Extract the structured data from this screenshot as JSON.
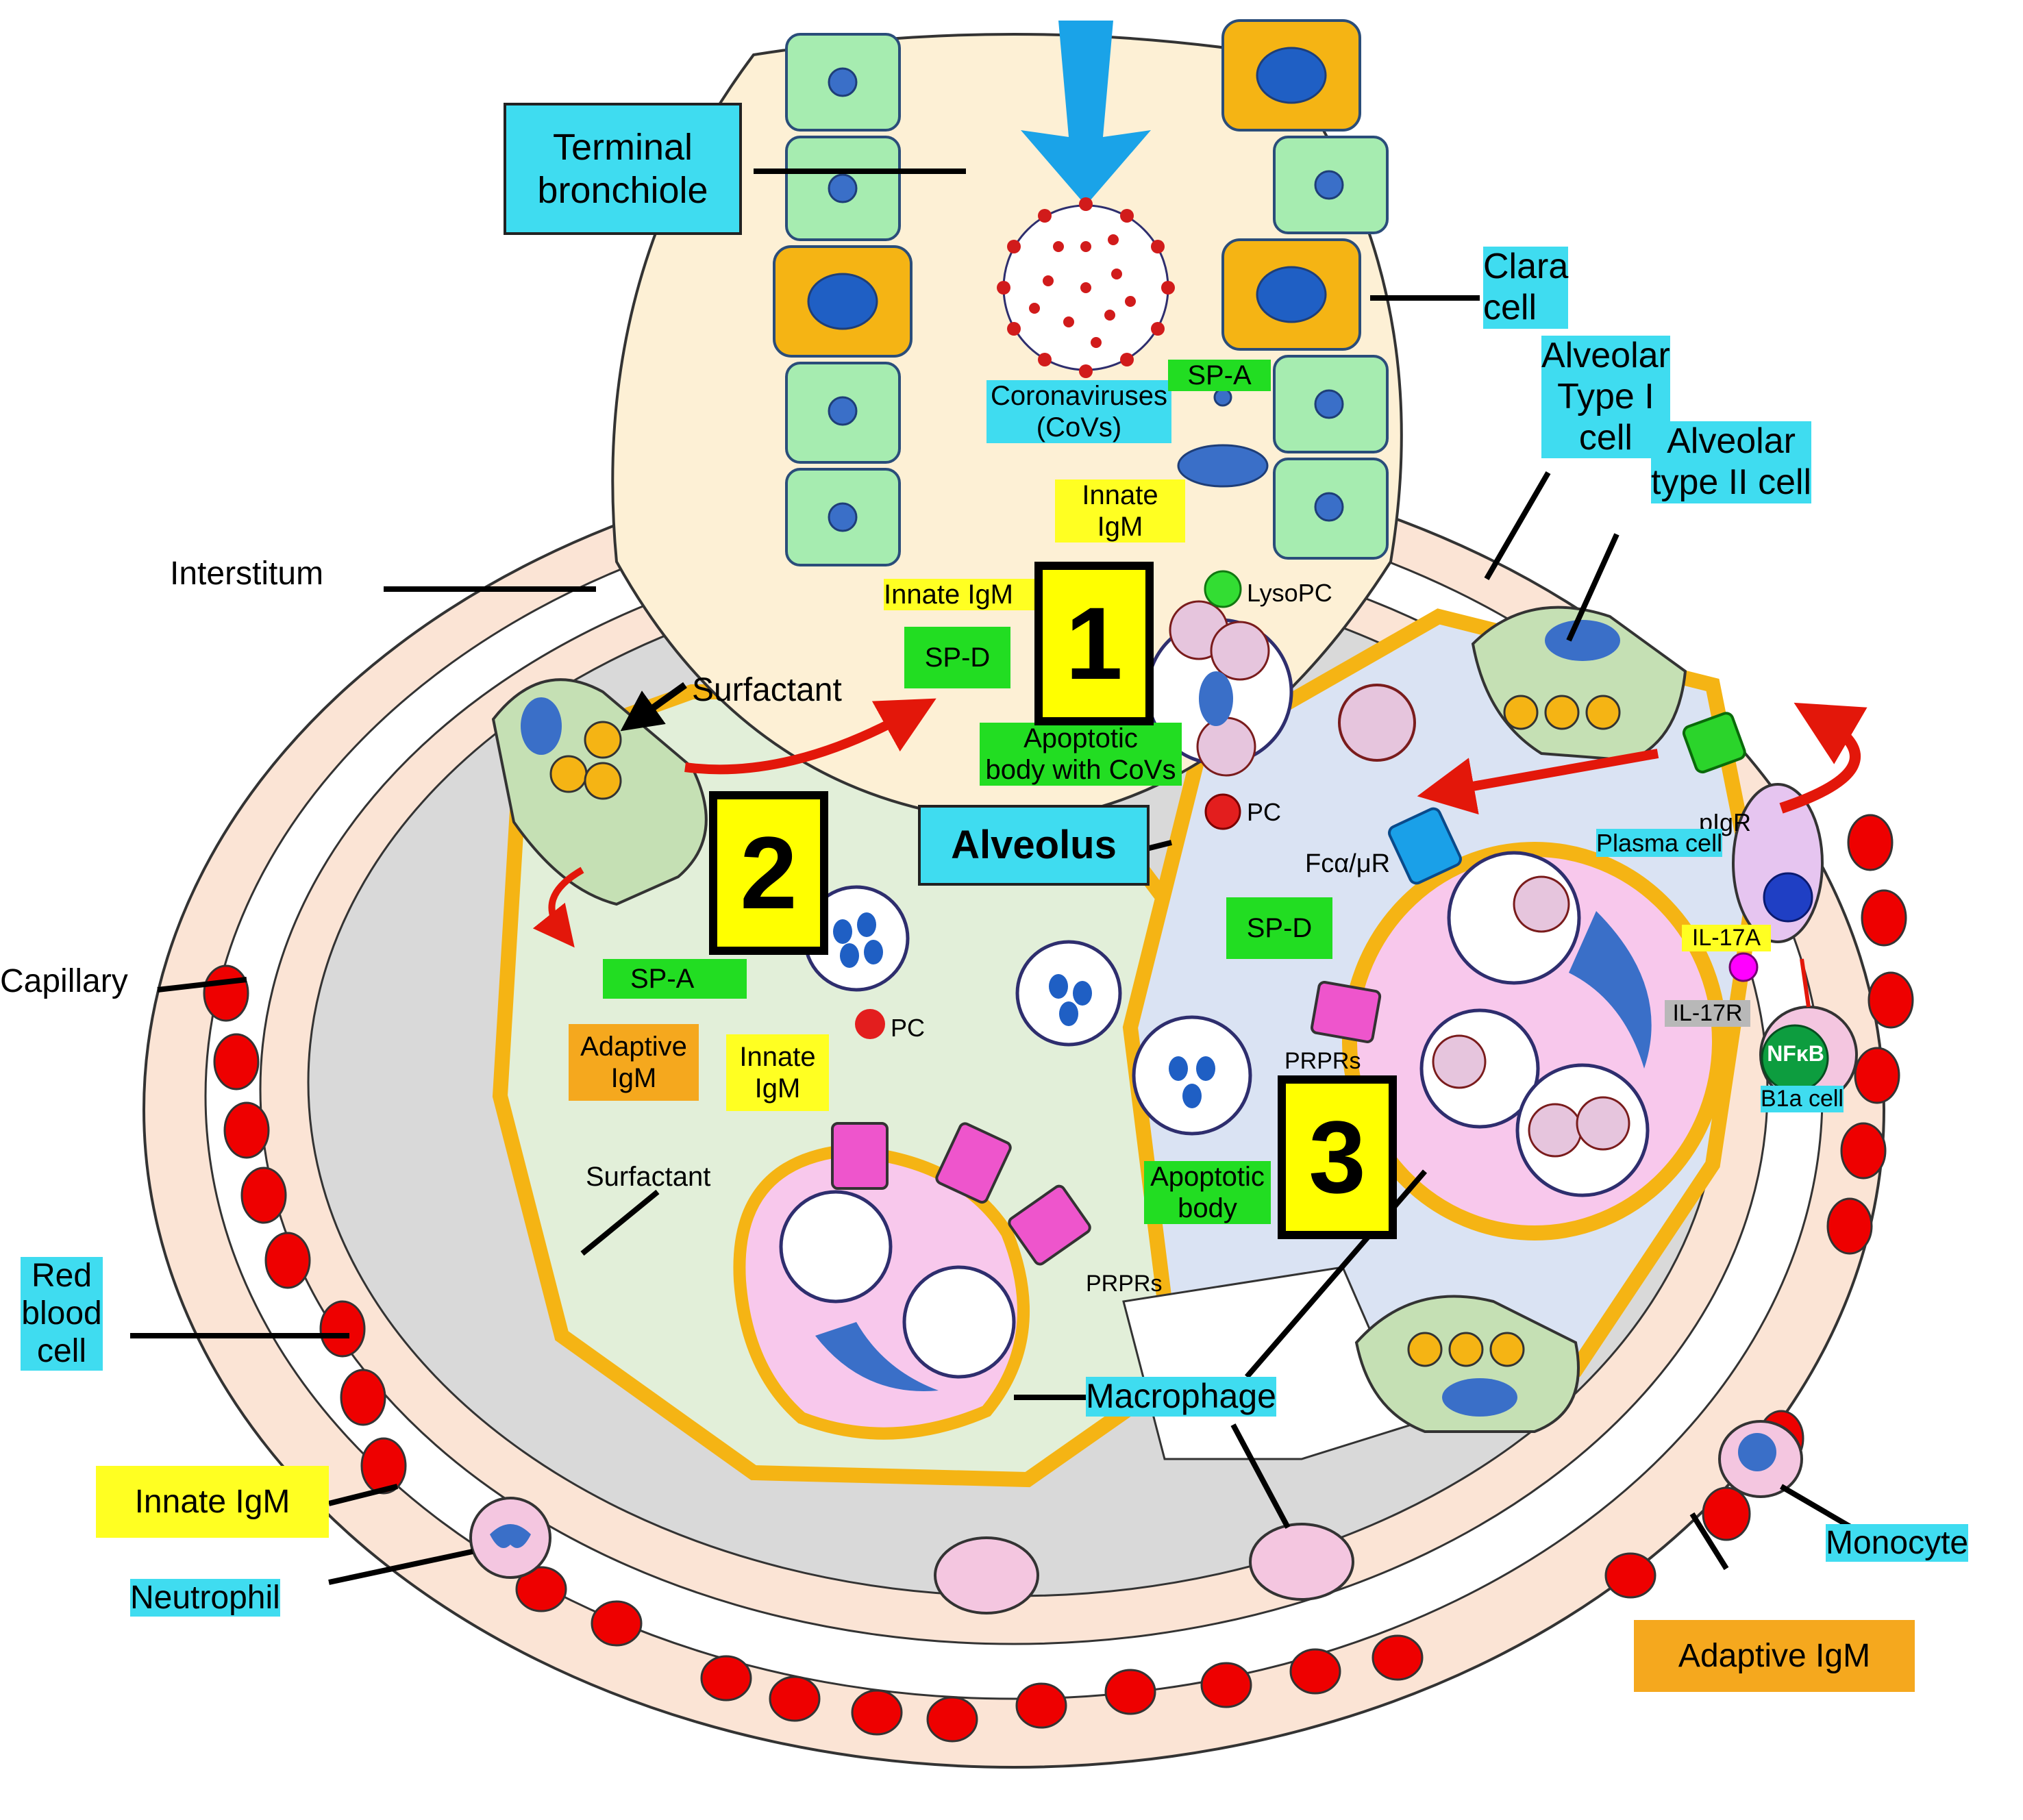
{
  "labels": {
    "terminal_bronchiole": "Terminal\nbronchiole",
    "coronaviruses": "Coronaviruses\n(CoVs)",
    "sp_a_top": "SP-A",
    "clara_cell": "Clara\ncell",
    "alveolar_type1": "Alveolar\nType I\ncell",
    "alveolar_type2": "Alveolar\ntype II cell",
    "interstitum": "Interstitum",
    "innate_igm_top": "Innate\nIgM",
    "lysopc": "LysoPC",
    "innate_igm_1": "Innate IgM",
    "sp_d_1": "SP-D",
    "surfactant_top": "Surfactant",
    "apoptotic_body_covs": "Apoptotic\nbody with CoVs",
    "pc_1": "PC",
    "alveolus": "Alveolus",
    "fcamur": "Fcα/μR",
    "pigr": "pIgR",
    "plasma_cell": "Plasma cell",
    "capillary": "Capillary",
    "sp_a_left": "SP-A",
    "pc_2": "PC",
    "sp_d_3": "SP-D",
    "il17a": "IL-17A",
    "il17r": "IL-17R",
    "nfkb": "NFκB",
    "adaptive_igm_left": "Adaptive\nIgM",
    "innate_igm_2": "Innate\nIgM",
    "prprs_3": "PRPRs",
    "b1a_cell": "B1a cell",
    "surfactant_bottom": "Surfactant",
    "apoptotic_body": "Apoptotic\nbody",
    "prprs_2": "PRPRs",
    "red_blood_cell": "Red\nblood\ncell",
    "macrophage": "Macrophage",
    "innate_igm_bottom": "Innate IgM",
    "neutrophil": "Neutrophil",
    "monocyte": "Monocyte",
    "adaptive_igm_bottom": "Adaptive IgM"
  },
  "steps": [
    "1",
    "2",
    "3"
  ],
  "colors": {
    "alveolus_fill": "#fdf0d5",
    "interstitium": "#d9d9d9",
    "vessel": "#fbe4d5",
    "epithelium_green": "#a6ecb0",
    "clara_orange": "#f5b414",
    "nucleus_blue": "#3a6fc8",
    "rbc_red": "#ee0000",
    "label_cyan": "#3fdcf0",
    "label_yellow": "#ffff22",
    "label_green": "#22dd22",
    "label_orange": "#f5a81e"
  }
}
